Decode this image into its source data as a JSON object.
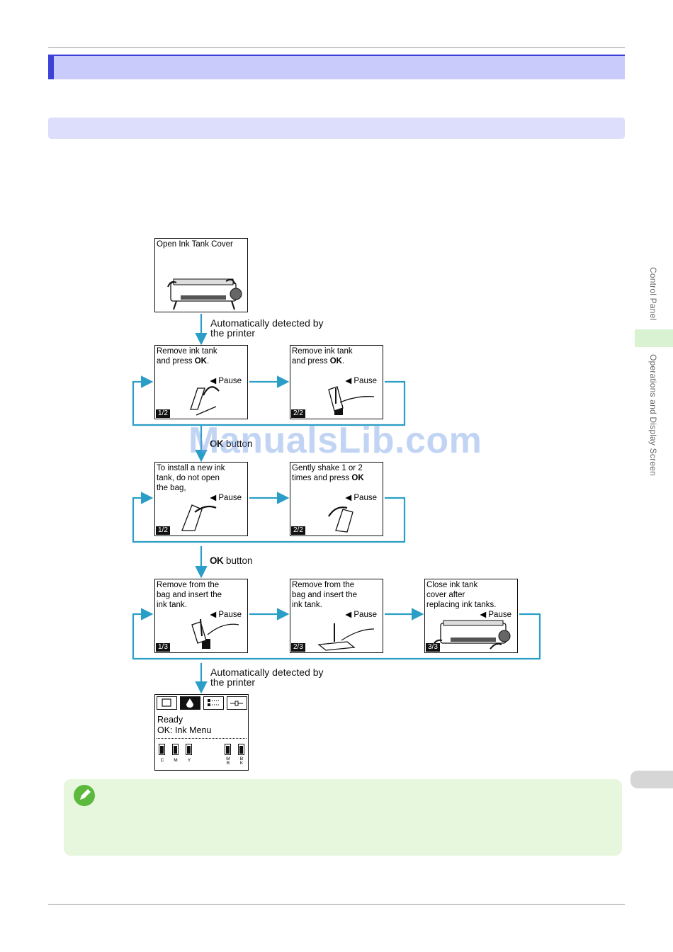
{
  "side_tabs": {
    "control_panel": "Control Panel",
    "operations": "Operations and Display Screen"
  },
  "watermark": "ManualsLib.com",
  "flow": {
    "step1": {
      "text": "Open Ink Tank Cover"
    },
    "auto_detect_1": "Automatically detected by\nthe printer",
    "group1": [
      {
        "text": "Remove ink tank\nand press ",
        "bold": "OK",
        "tail": ".",
        "pause": "◀ Pause",
        "page": "1/2"
      },
      {
        "text": "Remove ink tank\nand press ",
        "bold": "OK",
        "tail": ".",
        "pause": "◀ Pause",
        "page": "2/2"
      }
    ],
    "ok_button_1": {
      "bold": "OK",
      "rest": " button"
    },
    "group2": [
      {
        "text": "To install a new ink\ntank, do not open\nthe bag,",
        "bold": "",
        "tail": "",
        "pause": "◀ Pause",
        "page": "1/2"
      },
      {
        "text": "Gently shake 1 or 2\ntimes and press ",
        "bold": "OK",
        "tail": "",
        "pause": "◀ Pause",
        "page": "2/2"
      }
    ],
    "ok_button_2": {
      "bold": "OK",
      "rest": " button"
    },
    "group3": [
      {
        "text": "Remove from the\nbag and insert the\nink tank.",
        "bold": "",
        "tail": "",
        "pause": "◀ Pause",
        "page": "1/3"
      },
      {
        "text": "Remove from the\nbag and insert the\nink tank.",
        "bold": "",
        "tail": "",
        "pause": "◀ Pause",
        "page": "2/3"
      },
      {
        "text": "Close ink tank\ncover after\nreplacing ink tanks.",
        "bold": "",
        "tail": "",
        "pause": "◀ Pause",
        "page": "3/3"
      }
    ],
    "auto_detect_2": "Automatically detected by\nthe printer",
    "final": {
      "line1": "Ready",
      "line2": "OK: Ink Menu",
      "inks": [
        "C",
        "M",
        "Y",
        "M\nB",
        "B\nK"
      ]
    }
  },
  "colors": {
    "arrow": "#2a9ec6",
    "heading_accent": "#3c41d8",
    "heading_fill": "#c9ccfa",
    "note_fill": "#e6f7de"
  }
}
